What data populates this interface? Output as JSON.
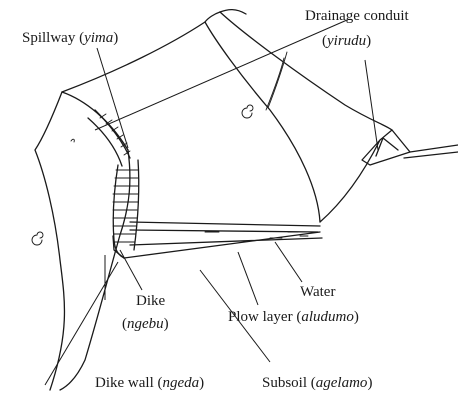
{
  "labels": {
    "spillway": {
      "name": "Spillway",
      "term": "yima"
    },
    "drainage": {
      "name": "Drainage conduit",
      "term": "yirudu"
    },
    "water": {
      "name": "Water"
    },
    "dike": {
      "name": "Dike",
      "term": "ngebu"
    },
    "plow": {
      "name": "Plow layer",
      "term": "aludumo"
    },
    "dikewall": {
      "name": "Dike wall",
      "term": "ngeda"
    },
    "subsoil": {
      "name": "Subsoil",
      "term": "agelamo"
    }
  }
}
